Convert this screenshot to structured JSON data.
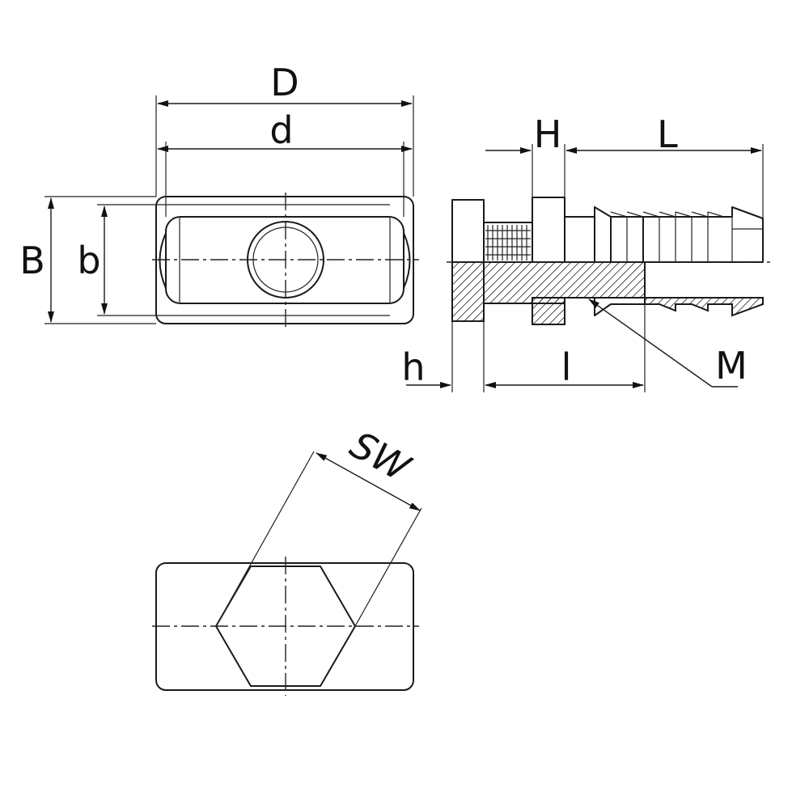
{
  "labels": {
    "D": "D",
    "d": "d",
    "B": "B",
    "b": "b",
    "H": "H",
    "L": "L",
    "h": "h",
    "l": "l",
    "M": "M",
    "SW": "SW"
  },
  "colors": {
    "line": "#1a1a1a",
    "background": "#ffffff"
  }
}
